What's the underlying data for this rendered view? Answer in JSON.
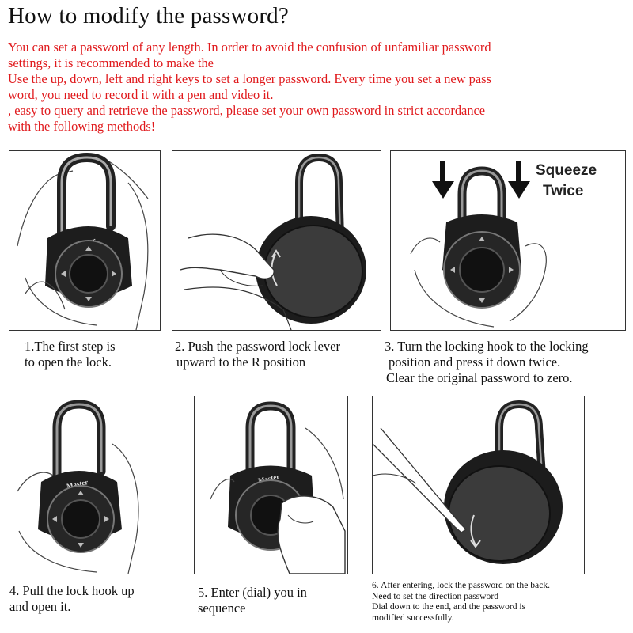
{
  "title": "How to modify the password?",
  "intro": [
    "You can set a password of any length. In order to avoid the confusion of unfamiliar password",
    "settings, it is recommended to make the",
    "Use the up, down, left and right keys to set a longer password. Every time you set a new pass",
    "word, you need to record it with a pen and video it.",
    ", easy to query and retrieve the password, please set your own password in strict accordance",
    "with the following methods!"
  ],
  "lock_brand": "Master",
  "steps": [
    {
      "caption": [
        "1.The first step is",
        "to open the lock."
      ]
    },
    {
      "caption": [
        "2. Push the password lock lever",
        "upward to the R position"
      ]
    },
    {
      "caption": [
        "3. Turn the locking hook to the locking",
        "position and press it down twice.",
        "Clear the original password to zero."
      ],
      "overlay": [
        "Squeeze",
        "Twice"
      ]
    },
    {
      "caption": [
        "4. Pull the lock hook up",
        "and open it."
      ]
    },
    {
      "caption": [
        "5. Enter (dial) you in",
        "sequence"
      ]
    },
    {
      "caption": [
        "6. After entering, lock the password on the back.",
        "Need to set the direction password",
        "Dial down to the end, and the password is",
        "modified successfully."
      ]
    }
  ]
}
